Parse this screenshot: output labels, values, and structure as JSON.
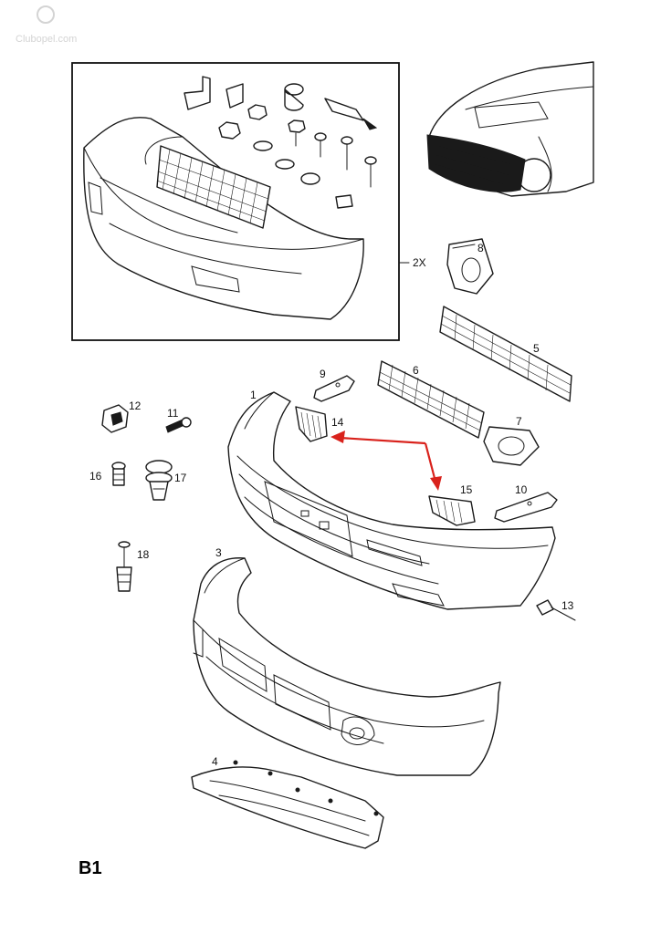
{
  "watermark": "Clubopel.com",
  "sheet_id": "B1",
  "inset_multiplier": "2X",
  "colors": {
    "line": "#1a1a1a",
    "highlight_arrow": "#d9221c",
    "watermark": "#d4d4d4"
  },
  "callouts": {
    "p1": "1",
    "p2": "2X",
    "p3": "3",
    "p4": "4",
    "p5": "5",
    "p6": "6",
    "p7": "7",
    "p8": "8",
    "p9": "9",
    "p10": "10",
    "p11": "11",
    "p12": "12",
    "p13": "13",
    "p14": "14",
    "p15": "15",
    "p16": "16",
    "p17": "17",
    "p18": "18"
  }
}
